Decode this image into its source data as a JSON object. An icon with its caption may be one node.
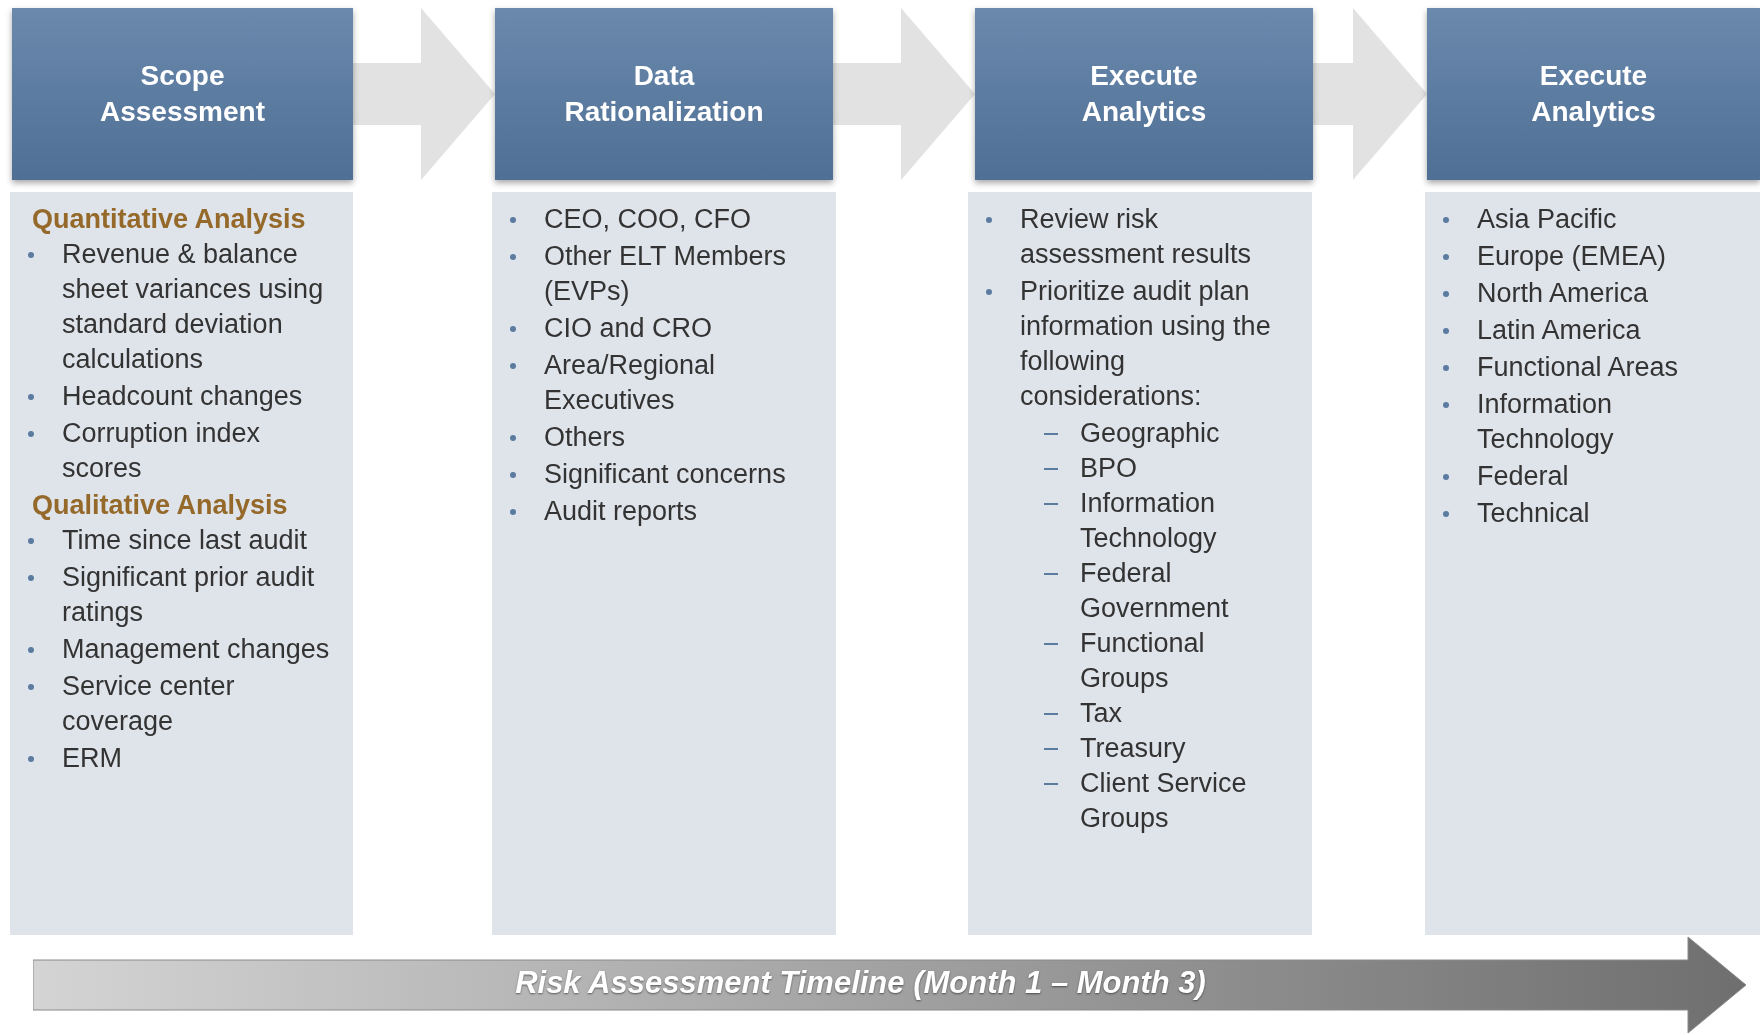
{
  "diagram": {
    "nodes": [
      {
        "text": [
          "Scope Assessment"
        ]
      },
      {
        "text": [
          "Data Rationalization"
        ]
      },
      {
        "text": [
          "Execute Analytics"
        ]
      },
      {
        "text": [
          "Execute Analytics"
        ]
      },
      {
        "text": [
          "Quantitative Analysis",
          "Revenue & balance sheet variances using standard deviation calculations",
          "Headcount changes",
          "Corruption index scores",
          "Qualitative Analysis",
          "Time since last audit",
          "Significant prior audit ratings",
          "Management changes",
          "Service center coverage",
          "ERM"
        ]
      },
      {
        "text": [
          "CEO, COO, CFO",
          "Other ELT Members (EVPs)",
          "CIO and CRO",
          "Area/Regional Executives",
          "Others",
          "Significant concerns",
          "Audit reports"
        ]
      },
      {
        "text": [
          "Review risk assessment results",
          "Prioritize audit plan information using the following considerations:",
          "Geographic",
          "BPO",
          "Information Technology",
          "Federal Government",
          "Functional Groups",
          "Tax",
          "Treasury",
          "Client Service Groups"
        ]
      },
      {
        "text": [
          "Asia Pacific",
          "Europe (EMEA)",
          "North America",
          "Latin America",
          "Functional Areas",
          "Information Technology",
          "Federal",
          "Technical"
        ]
      },
      {
        "text": [
          "Risk Assessment Timeline (Month 1 – Month 3)"
        ]
      }
    ],
    "edges": [
      {
        "from": 0,
        "to": 1,
        "arrow": "to"
      },
      {
        "from": 1,
        "to": 2,
        "arrow": "to"
      },
      {
        "from": 2,
        "to": 3,
        "arrow": "to"
      }
    ]
  }
}
